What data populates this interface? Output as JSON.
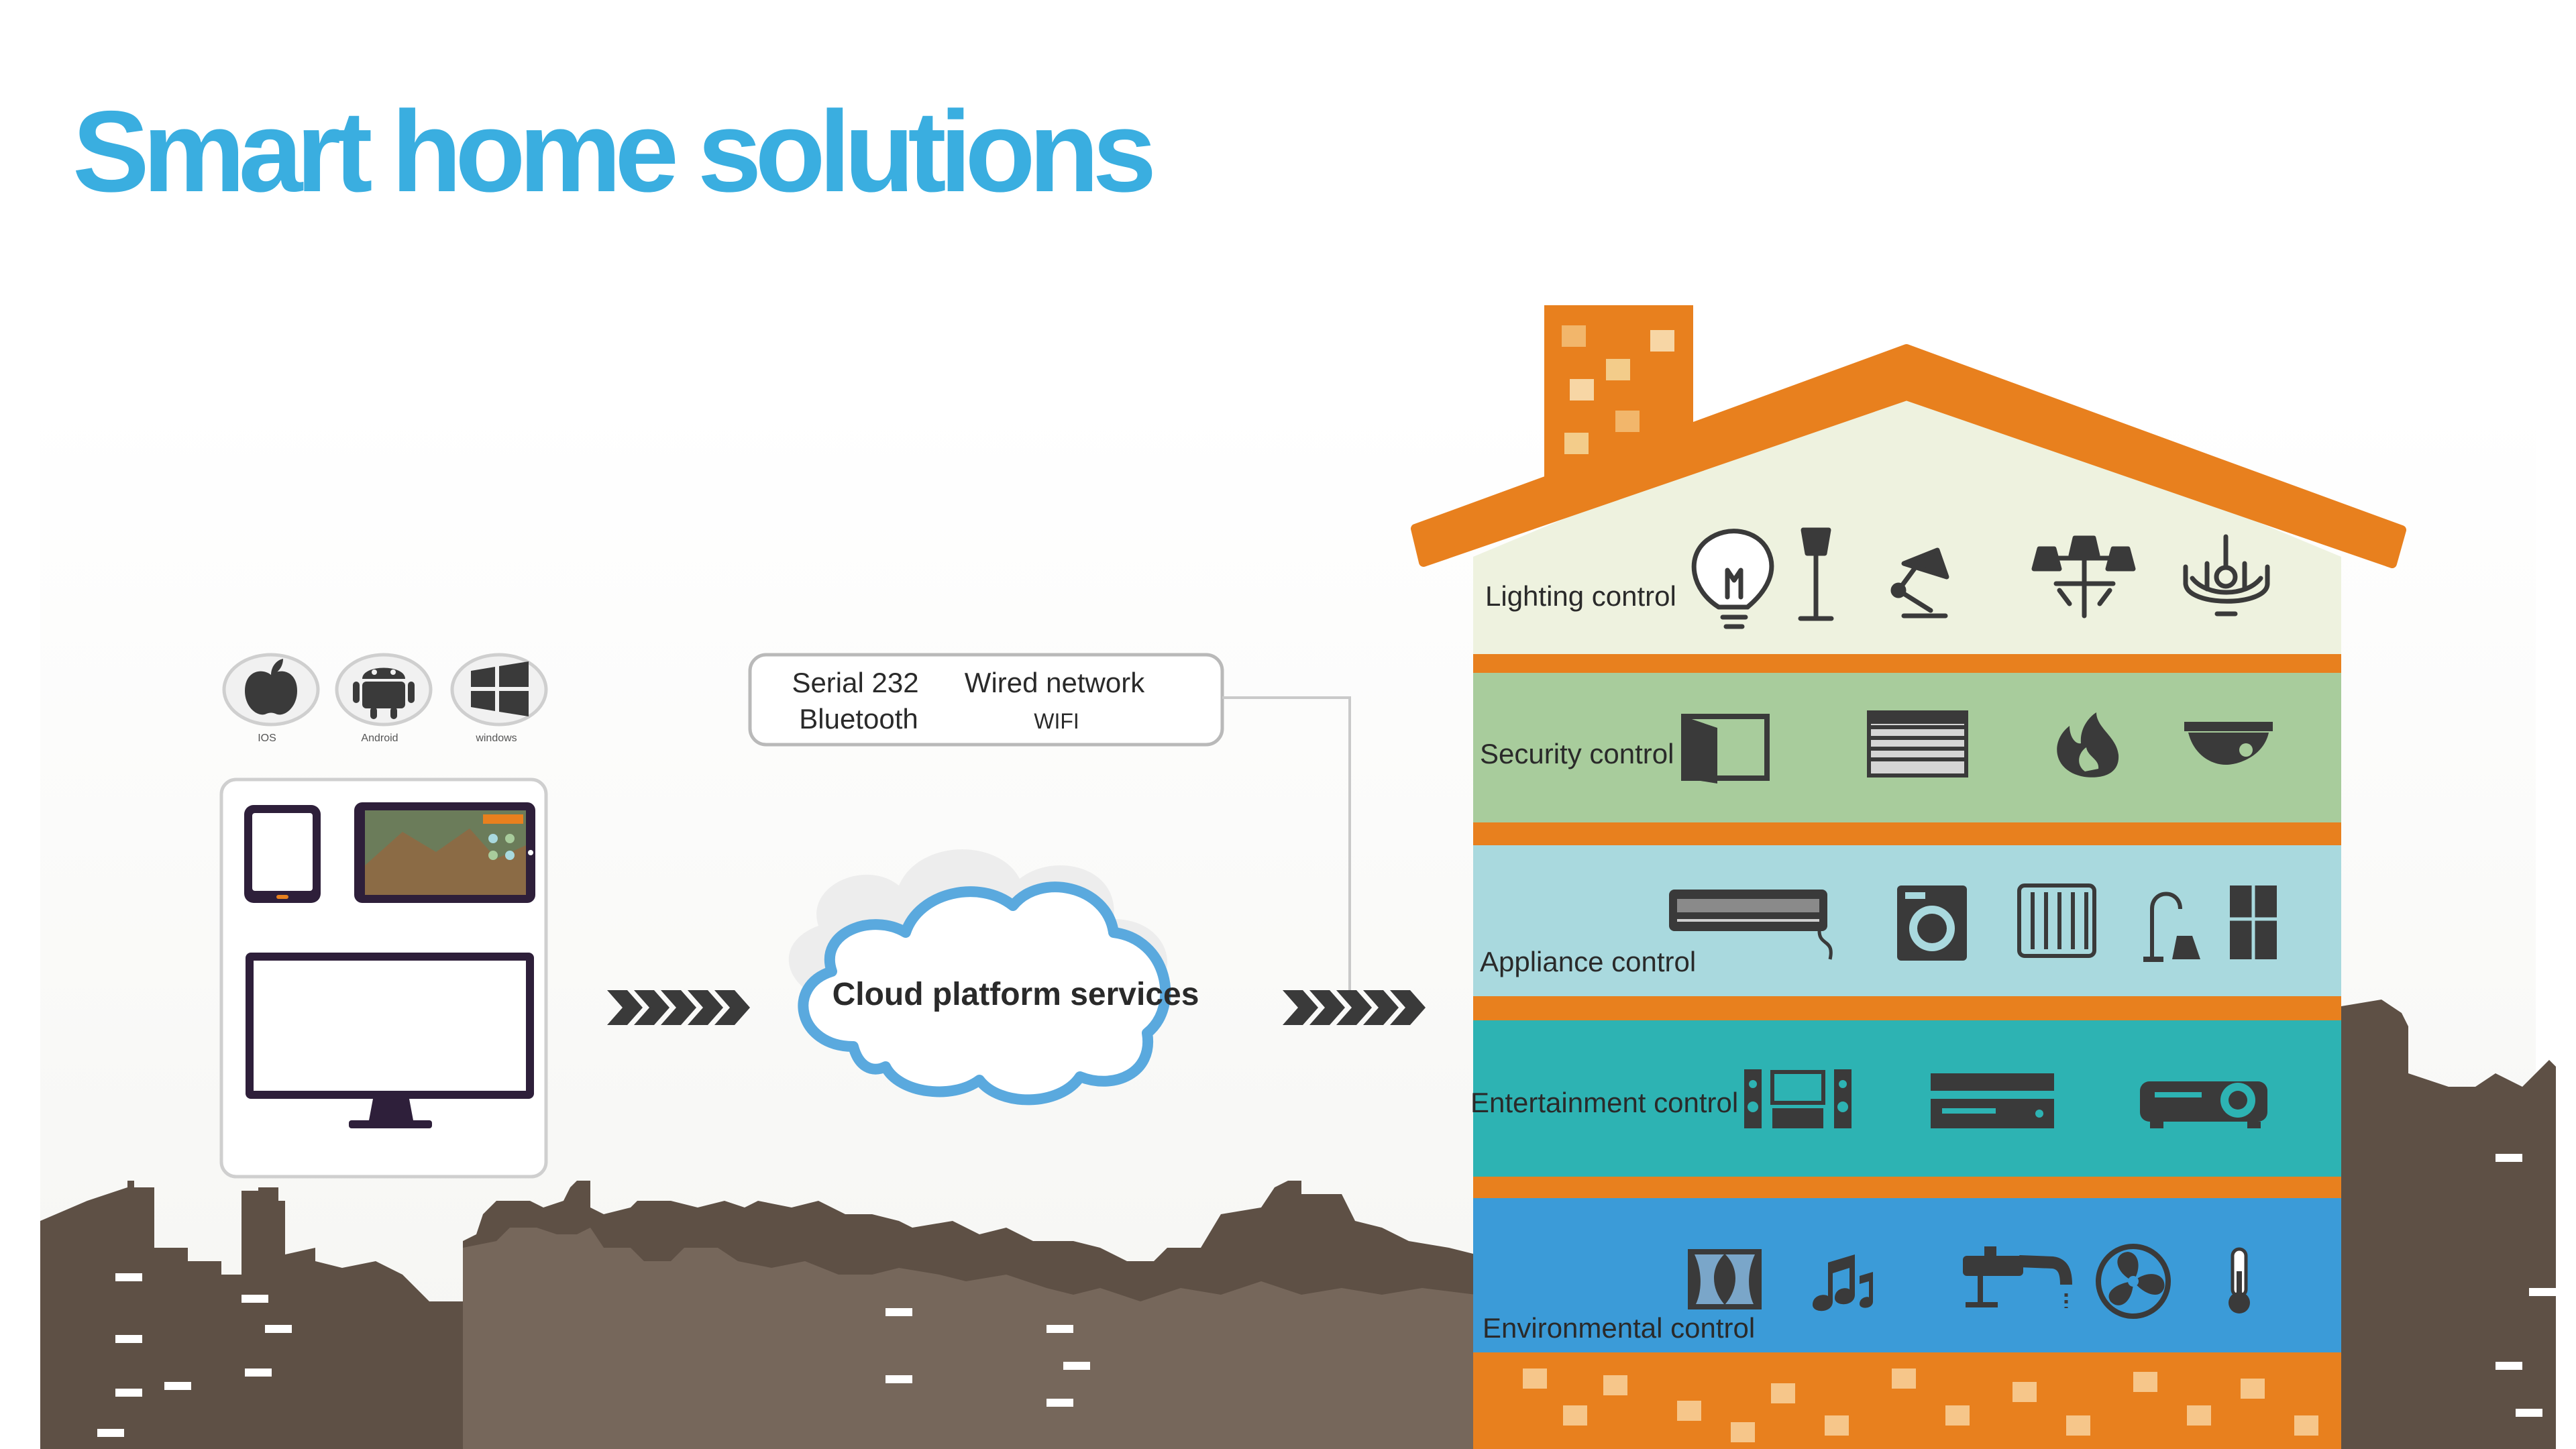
{
  "title": "Smart home solutions",
  "platforms": [
    {
      "icon": "apple-icon",
      "label": "IOS"
    },
    {
      "icon": "android-icon",
      "label": "Android"
    },
    {
      "icon": "windows-icon",
      "label": "windows"
    }
  ],
  "connections": {
    "serial": "Serial 232",
    "wired": "Wired network",
    "bluetooth": "Bluetooth",
    "wifi": "WIFI"
  },
  "cloud": "Cloud platform services",
  "floors": [
    {
      "label": "Lighting control",
      "icons": [
        "bulb-icon",
        "floor-lamp-icon",
        "desk-lamp-icon",
        "wall-lamp-icon",
        "chandelier-icon"
      ]
    },
    {
      "label": "Security control",
      "icons": [
        "door-icon",
        "shutter-icon",
        "fire-icon",
        "camera-icon"
      ]
    },
    {
      "label": "Appliance control",
      "icons": [
        "air-conditioner-icon",
        "washing-machine-icon",
        "heater-icon",
        "vacuum-icon",
        "refrigerator-icon"
      ]
    },
    {
      "label": "Entertainment control",
      "icons": [
        "stereo-icon",
        "dvd-player-icon",
        "projector-icon"
      ]
    },
    {
      "label": "Environmental control",
      "icons": [
        "curtain-icon",
        "music-icon",
        "faucet-icon",
        "fan-icon",
        "thermometer-icon"
      ]
    }
  ],
  "colors": {
    "title": "#3aaee0",
    "orange": "#e8801e",
    "lighting": "#eef2df",
    "security": "#a8cc9c",
    "appliance": "#a9d9de",
    "entertainment": "#2db3b3",
    "environmental": "#3b9bd8",
    "city": "#5e5045",
    "cloud": "#5aa9de"
  }
}
